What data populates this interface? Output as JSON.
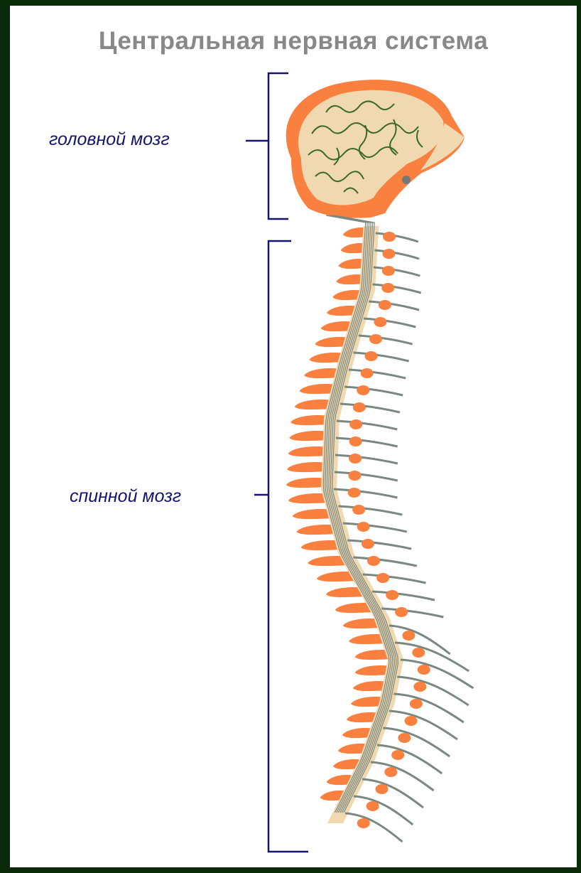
{
  "title": "Центральная нервная система",
  "labels": {
    "brain": "головной мозг",
    "spinal_cord": "спинной мозг"
  },
  "colors": {
    "page_border": "#0a2a0a",
    "background": "#ffffff",
    "title": "#888888",
    "label": "#14146e",
    "bracket": "#14146e",
    "bone": "#fa8040",
    "tissue": "#f0d8b0",
    "nerve": "#7a8880",
    "brain_lines": "#3a6a2a"
  },
  "icons": [
    "brain-illustration",
    "spine-illustration",
    "bracket-brain",
    "bracket-spinal-cord"
  ]
}
